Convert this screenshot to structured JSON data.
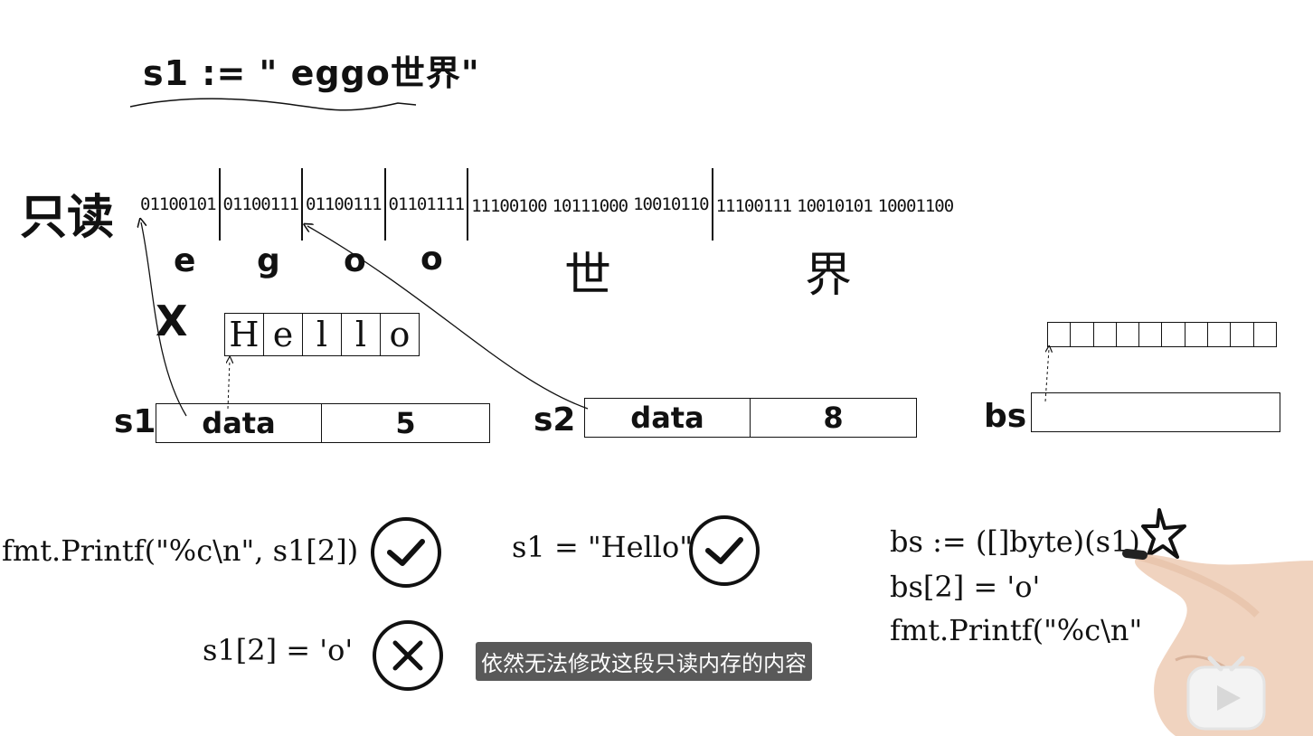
{
  "title": "s1 := \" eggo世界\"",
  "readonly_label": "只读",
  "bits": [
    {
      "text": "01100101",
      "sep": true
    },
    {
      "text": "01100111",
      "sep": true
    },
    {
      "text": "01100111",
      "sep": true
    },
    {
      "text": "01101111",
      "sep": true
    },
    {
      "text": "11100100",
      "sep": false
    },
    {
      "text": "10111000",
      "sep": false
    },
    {
      "text": "10010110",
      "sep": true
    },
    {
      "text": "11100111",
      "sep": false
    },
    {
      "text": "10010101",
      "sep": false
    },
    {
      "text": "10001100",
      "sep": false
    }
  ],
  "chars": [
    "e",
    "g",
    "o",
    "o",
    "世",
    "界"
  ],
  "hello": [
    "H",
    "e",
    "l",
    "l",
    "o"
  ],
  "s1": {
    "label": "s1",
    "data": "data",
    "len": "5"
  },
  "s2": {
    "label": "s2",
    "data": "data",
    "len": "8"
  },
  "bs": {
    "label": "bs",
    "cells": 10
  },
  "x_mark": "X",
  "code": {
    "printf_s1": "fmt.Printf(\"%c\\n\", s1[2])",
    "assign_hello": "s1 = \"Hello\"",
    "assign_index": "s1[2] = 'o'",
    "bs_convert": "bs := ([]byte)(s1)",
    "bs_assign": "bs[2] = 'o'",
    "bs_printf": "fmt.Printf(\"%c\\n\""
  },
  "subtitle": "依然无法修改这段只读内存的内容",
  "icons": [
    "check-icon",
    "check-icon",
    "cross-icon",
    "star-icon",
    "logo-icon"
  ]
}
